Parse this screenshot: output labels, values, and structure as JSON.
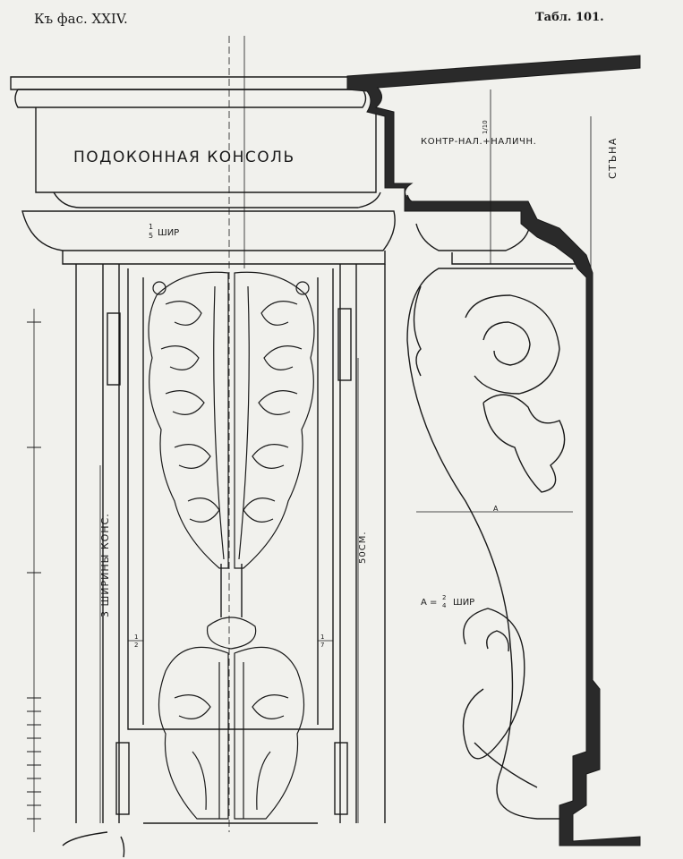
{
  "header": {
    "left": "Къ фас. XXIV.",
    "right": "Табл. 101."
  },
  "labels": {
    "title": "ПОДОКОННАЯ КОНСОЛЬ",
    "architrave": "КОНТР-НАЛ.+НАЛИЧН.",
    "wall": "СТЪНА",
    "fifth_width": "ШИР",
    "fifth_frac_num": "1",
    "fifth_frac_den": "5",
    "three_widths": "3 ШИРИНЫ КОНС.",
    "height_50": "50СМ.",
    "a_mark": "A",
    "a_formula": "A = ",
    "a_frac_num": "2",
    "a_frac_den": "4",
    "a_unit": "ШИР",
    "half_left_num": "1",
    "half_left_den": "2",
    "half_right_num": "1",
    "half_right_den": "7",
    "top_dim": "1/10"
  },
  "colors": {
    "ink": "#1a1a1a",
    "paper": "#f1f1ed",
    "section_fill": "#2a2a2a"
  }
}
